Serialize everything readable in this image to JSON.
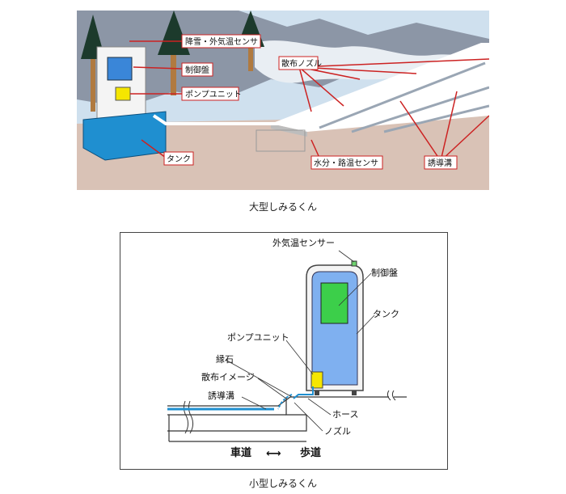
{
  "large": {
    "caption": "大型しみるくん",
    "labels": {
      "snow_temp_sensor": "降雪・外気温センサ",
      "control_panel": "制御盤",
      "pump_unit": "ポンプユニット",
      "spray_nozzle": "散布ノズル",
      "tank": "タンク",
      "moisture_temp_sensor": "水分・路温センサ",
      "guide_groove": "誘導溝"
    }
  },
  "small": {
    "caption": "小型しみるくん",
    "labels": {
      "outdoor_temp_sensor": "外気温センサー",
      "control_panel": "制御盤",
      "tank": "タンク",
      "pump_unit": "ポンプユニット",
      "curb": "縁石",
      "spray_image": "散布イメージ",
      "guide_groove": "誘導溝",
      "hose": "ホース",
      "nozzle": "ノズル",
      "roadway": "車道",
      "arrow": "⟷",
      "sidewalk": "歩道"
    }
  },
  "colors": {
    "callout_line": "#cc2222",
    "tank_blue": "#1f8fd0",
    "panel_blue": "#3a86d8",
    "pump_yellow": "#f5e600",
    "green_panel": "#3ccf4a",
    "small_cabinet": "#7fb0f0"
  }
}
